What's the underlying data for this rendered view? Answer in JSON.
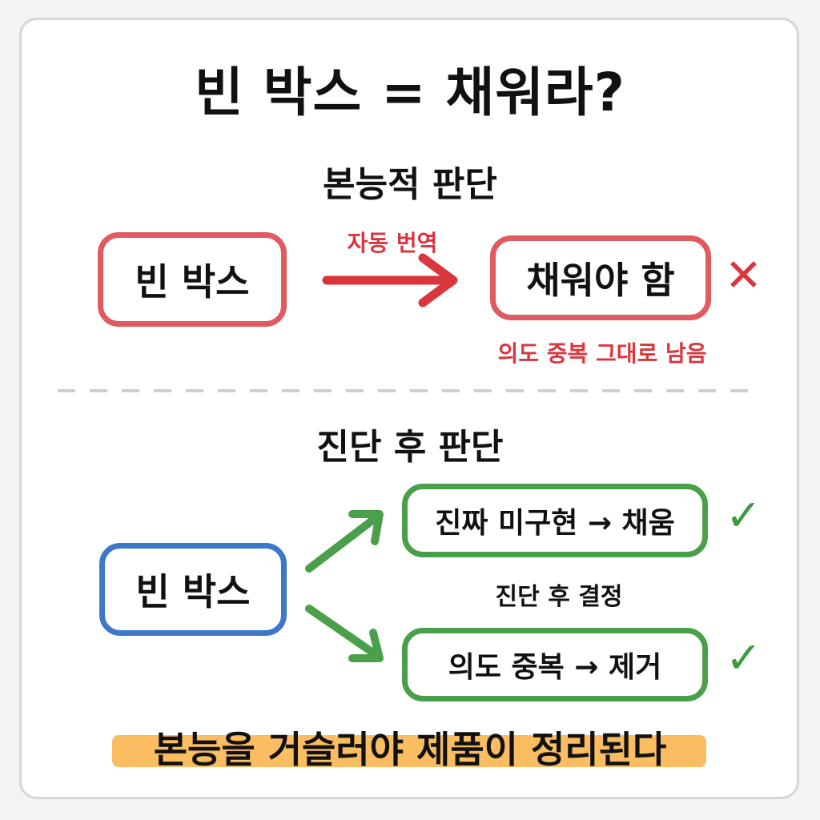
{
  "title": "빈 박스 = 채워라?",
  "section_instinct": {
    "heading": "본능적 판단",
    "source_box": "빈 박스",
    "arrow_label": "자동 번역",
    "target_box": "채워야 함",
    "note": "의도 중복 그대로 남음",
    "mark": "✕"
  },
  "section_diagnosis": {
    "heading": "진단 후 판단",
    "source_box": "빈 박스",
    "top_box": "진짜 미구현 → 채움",
    "middle_label": "진단 후 결정",
    "bottom_box": "의도 중복 → 제거",
    "mark_top": "✓",
    "mark_bottom": "✓"
  },
  "conclusion": "본능을 거슬러야 제품이 정리된다",
  "colors": {
    "red": "#e05a5f",
    "blue": "#3d77c9",
    "green": "#4aa04a",
    "highlight": "#fbb650"
  }
}
